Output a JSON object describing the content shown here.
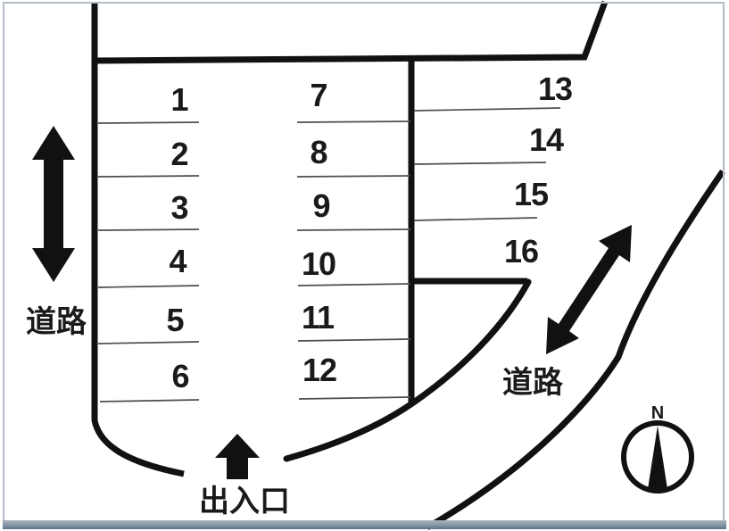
{
  "diagram_title": "parking-lot-layout",
  "lot": {
    "spaces": [
      {
        "label": "1"
      },
      {
        "label": "2"
      },
      {
        "label": "3"
      },
      {
        "label": "4"
      },
      {
        "label": "5"
      },
      {
        "label": "6"
      },
      {
        "label": "7"
      },
      {
        "label": "8"
      },
      {
        "label": "9"
      },
      {
        "label": "10"
      },
      {
        "label": "11"
      },
      {
        "label": "12"
      },
      {
        "label": "13"
      },
      {
        "label": "14"
      },
      {
        "label": "15"
      },
      {
        "label": "16"
      }
    ]
  },
  "labels": {
    "road_left": "道路",
    "road_right": "道路",
    "entrance": "出入口",
    "compass_north": "N"
  },
  "icons": {
    "left_road": "up-down-arrow-icon",
    "right_road": "diagonal-double-arrow-icon",
    "entrance": "up-arrow-icon",
    "compass": "compass-north-icon"
  },
  "colors": {
    "background": "#ffffff",
    "boundary_line": "#111111",
    "stall_divider_line": "#4d4d4d",
    "frame": "#b2bac3",
    "frame_bottom": "#5f7288",
    "text": "#1a1a1a"
  }
}
